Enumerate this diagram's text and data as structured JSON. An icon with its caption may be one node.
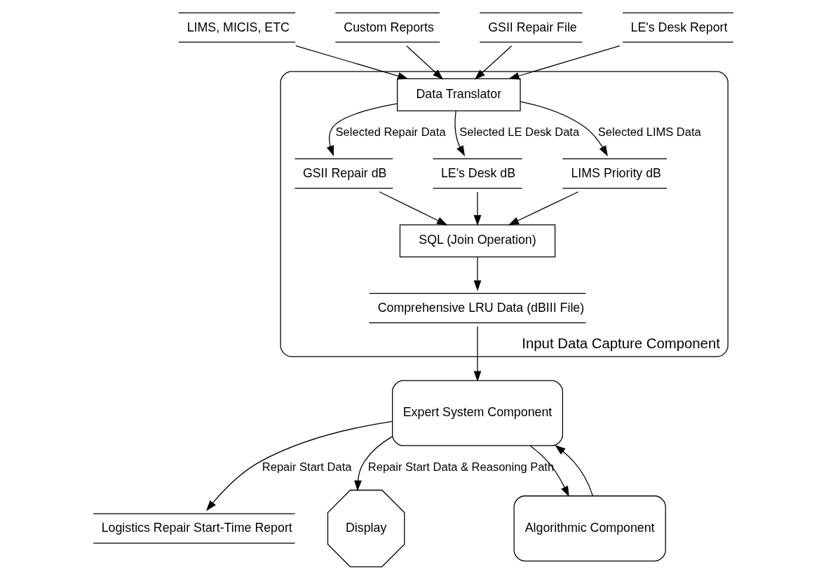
{
  "diagram": {
    "nodes": [
      {
        "text": [
          "Input Data Capture Component"
        ]
      },
      {
        "text": [
          "LIMS, MICIS, ETC"
        ]
      },
      {
        "text": [
          "Custom Reports"
        ]
      },
      {
        "text": [
          "GSII Repair File"
        ]
      },
      {
        "text": [
          "LE's Desk Report"
        ]
      },
      {
        "text": [
          "Data Translator"
        ],
        "in": 0
      },
      {
        "text": [
          "GSII Repair dB"
        ],
        "in": 0
      },
      {
        "text": [
          "LE's Desk dB"
        ],
        "in": 0
      },
      {
        "text": [
          "LIMS Priority dB"
        ],
        "in": 0
      },
      {
        "text": [
          "SQL (Join Operation)"
        ],
        "in": 0
      },
      {
        "text": [
          "Comprehensive LRU Data (dBIII File)"
        ],
        "in": 0
      },
      {
        "text": [
          "Logistics Repair Start-Time Report"
        ]
      },
      {
        "text": [
          "Display"
        ]
      },
      {
        "text": [
          "Expert System Component"
        ]
      },
      {
        "text": [
          "Algorithmic Component"
        ]
      }
    ],
    "edges": [
      {
        "from": 3,
        "to": 5,
        "arrow": "to"
      },
      {
        "from": 1,
        "to": 5,
        "arrow": "to"
      },
      {
        "from": 2,
        "to": 5,
        "arrow": "to"
      },
      {
        "from": 4,
        "to": 5,
        "arrow": "to"
      },
      {
        "from": 5,
        "to": 6,
        "label": "Selected Repair Data",
        "arrow": "to"
      },
      {
        "from": 5,
        "to": 7,
        "label": "Selected LE Desk Data",
        "arrow": "to"
      },
      {
        "from": 5,
        "to": 8,
        "label": "Selected LIMS Data",
        "arrow": "to"
      },
      {
        "from": 6,
        "to": 9,
        "arrow": "to"
      },
      {
        "from": 7,
        "to": 9,
        "arrow": "to"
      },
      {
        "from": 8,
        "to": 9,
        "arrow": "to"
      },
      {
        "from": 9,
        "to": 10,
        "arrow": "to"
      },
      {
        "from": 10,
        "to": 13,
        "arrow": "to"
      },
      {
        "from": 13,
        "to": 11,
        "label": "Repair Start Data",
        "arrow": "to"
      },
      {
        "from": 13,
        "to": 12,
        "label": "Repair Start Data & Reasoning Path",
        "arrow": "to"
      },
      {
        "from": 13,
        "to": 14,
        "arrow": "to"
      },
      {
        "from": 14,
        "to": 13,
        "arrow": "to"
      }
    ]
  }
}
